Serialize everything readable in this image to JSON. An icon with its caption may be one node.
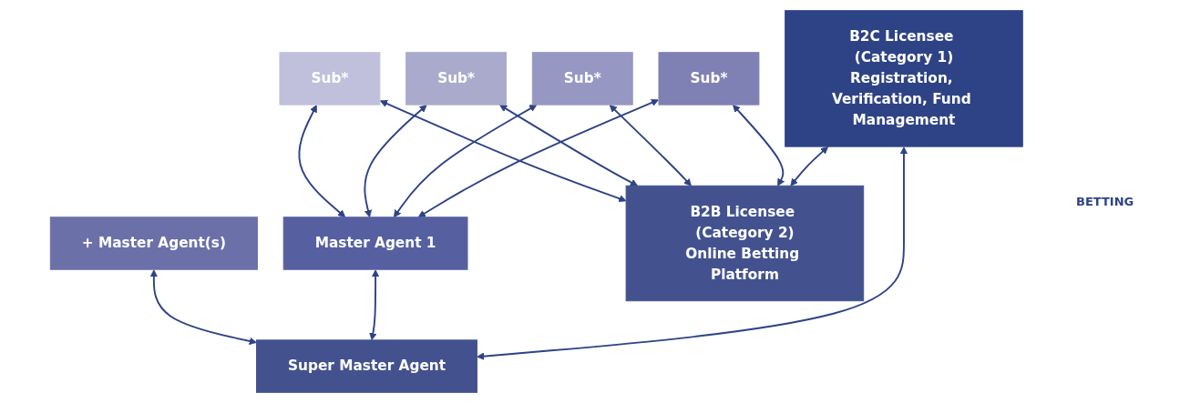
{
  "diagram": {
    "nodes": [
      {
        "text": [
          "B2C Licensee (Category 1)",
          "Registration, Verification, Fund Management"
        ]
      },
      {
        "text": [
          "Super Master Agent"
        ]
      },
      {
        "text": [
          "Master Agent 1"
        ]
      },
      {
        "text": [
          "+ Master Agent(s)"
        ]
      },
      {
        "text": [
          "Sub*"
        ]
      },
      {
        "text": [
          "Sub*"
        ]
      },
      {
        "text": [
          "Sub*"
        ]
      },
      {
        "text": [
          "Sub*"
        ]
      },
      {
        "text": [
          "B2B Licensee (Category 2)",
          "Online Betting Platform"
        ]
      }
    ],
    "edges": [
      {
        "from": 0,
        "to": 1,
        "arrow": "both"
      },
      {
        "from": 0,
        "to": 8,
        "arrow": "both"
      },
      {
        "from": 2,
        "to": 1,
        "arrow": "both"
      },
      {
        "from": 3,
        "to": 1,
        "arrow": "both"
      },
      {
        "from": 4,
        "to": 2,
        "arrow": "both"
      },
      {
        "from": 5,
        "to": 2,
        "arrow": "both"
      },
      {
        "from": 6,
        "to": 2,
        "arrow": "both"
      },
      {
        "from": 7,
        "to": 2,
        "arrow": "both"
      },
      {
        "from": 4,
        "to": 8,
        "arrow": "both"
      },
      {
        "from": 5,
        "to": 8,
        "arrow": "both"
      },
      {
        "from": 6,
        "to": 8,
        "arrow": "both"
      },
      {
        "from": 7,
        "to": 8,
        "arrow": "both"
      }
    ],
    "labels": [
      "BETTING"
    ]
  }
}
